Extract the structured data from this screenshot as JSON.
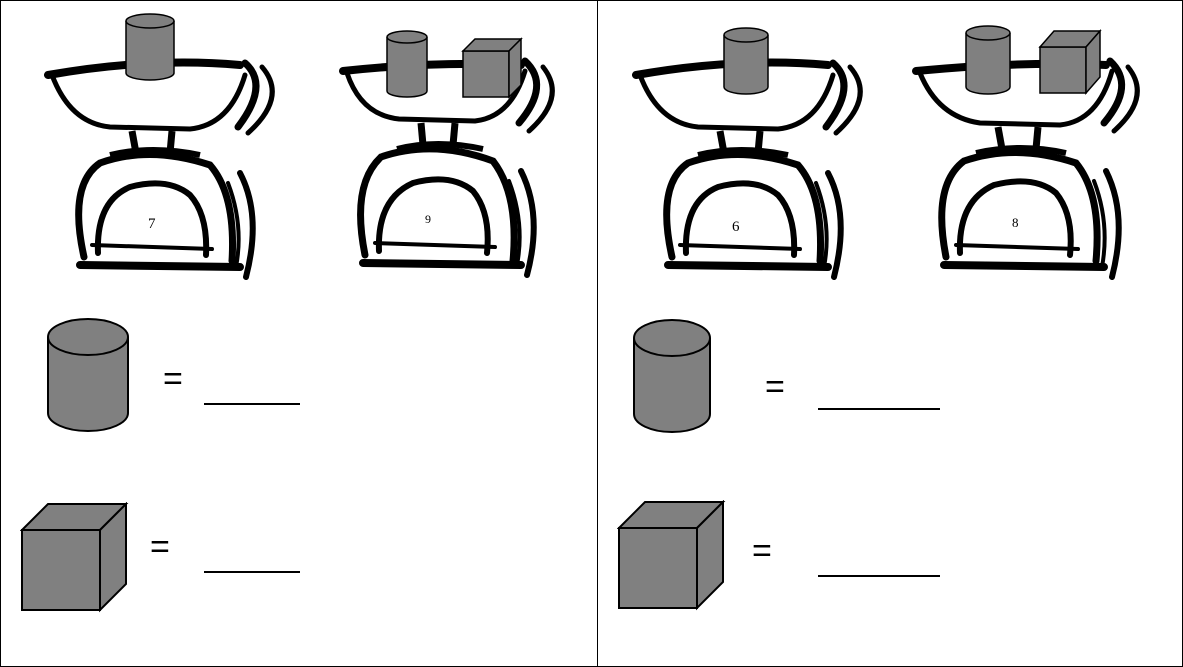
{
  "puzzles": [
    {
      "scale_a": {
        "reading": "7",
        "objects": [
          "cylinder"
        ]
      },
      "scale_b": {
        "reading": "9",
        "objects": [
          "cylinder",
          "cube"
        ]
      },
      "answer_rows": [
        {
          "shape": "cylinder",
          "symbol": "="
        },
        {
          "shape": "cube",
          "symbol": "="
        }
      ]
    },
    {
      "scale_a": {
        "reading": "6",
        "objects": [
          "cylinder"
        ]
      },
      "scale_b": {
        "reading": "8",
        "objects": [
          "cylinder",
          "cube"
        ]
      },
      "answer_rows": [
        {
          "shape": "cylinder",
          "symbol": "="
        },
        {
          "shape": "cube",
          "symbol": "="
        }
      ]
    }
  ],
  "colors": {
    "shape_fill": "#808080",
    "ink": "#000000",
    "background": "#ffffff"
  },
  "icons": [
    "kitchen-scale-icon",
    "cylinder-icon",
    "cube-icon"
  ]
}
